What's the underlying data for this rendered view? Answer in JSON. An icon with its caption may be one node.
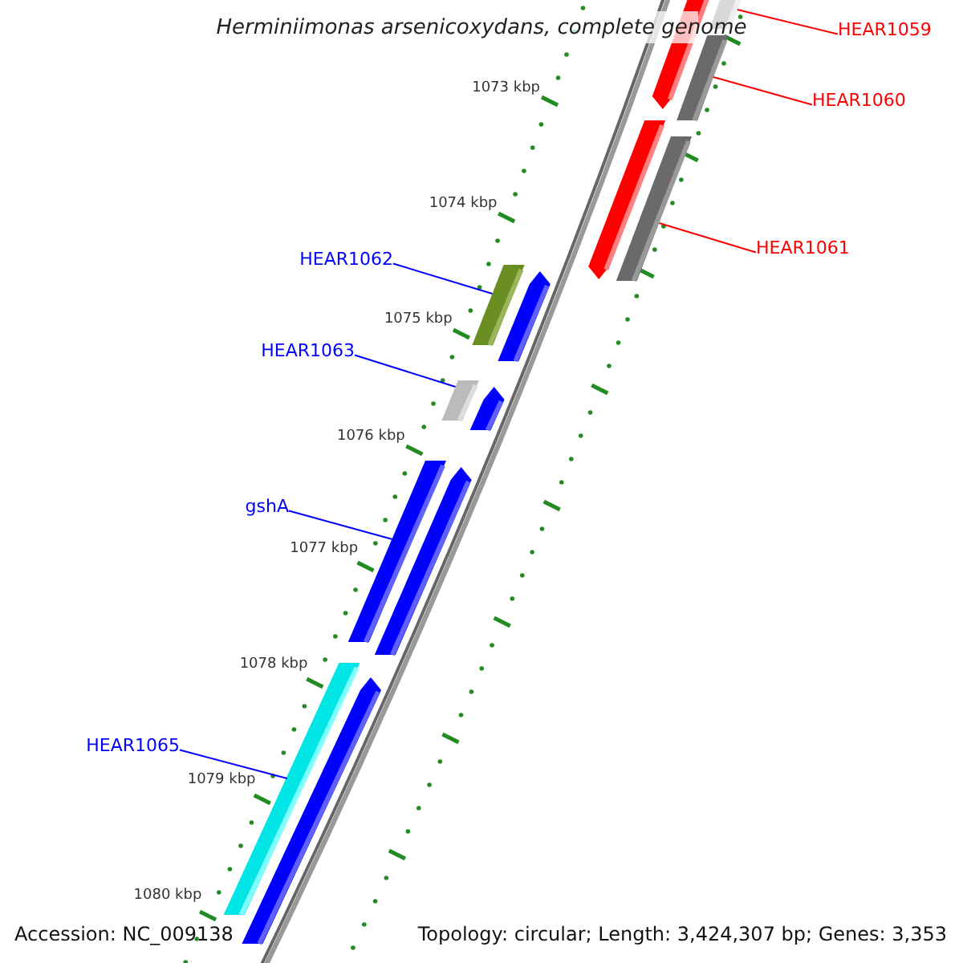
{
  "diagram": {
    "title": "Herminiimonas arsenicoxydans, complete genome",
    "nodes": [
      {
        "text": [
          "HEAR1059"
        ]
      },
      {
        "text": [],
        "shape": "bar"
      },
      {
        "text": [
          "HEAR1060"
        ]
      },
      {
        "text": [],
        "shape": "bar"
      },
      {
        "text": [
          "HEAR1061"
        ]
      },
      {
        "text": [],
        "shape": "bar"
      },
      {
        "text": [
          "HEAR1062"
        ]
      },
      {
        "text": [],
        "shape": "bar"
      },
      {
        "text": [
          "HEAR1063"
        ]
      },
      {
        "text": [],
        "shape": "bar"
      },
      {
        "text": [
          "gshA"
        ]
      },
      {
        "text": [],
        "shape": "bar"
      },
      {
        "text": [
          "HEAR1065"
        ]
      },
      {
        "text": [],
        "shape": "bar"
      }
    ],
    "edges": [
      {
        "from": 0,
        "to": 1,
        "arrow": "none",
        "color": "#ff0000"
      },
      {
        "from": 2,
        "to": 3,
        "arrow": "none",
        "color": "#ff0000"
      },
      {
        "from": 4,
        "to": 5,
        "arrow": "none",
        "color": "#ff0000"
      },
      {
        "from": 6,
        "to": 7,
        "arrow": "none"
      },
      {
        "from": 8,
        "to": 9,
        "arrow": "none"
      },
      {
        "from": 10,
        "to": 11,
        "arrow": "none"
      },
      {
        "from": 12,
        "to": 13,
        "arrow": "none"
      }
    ],
    "labels": [
      "1073 kbp",
      "1074 kbp",
      "1075 kbp",
      "1076 kbp",
      "1077 kbp",
      "1078 kbp",
      "1079 kbp",
      "1080 kbp",
      "Accession: NC_009138",
      "Topology: circular; Length: 3,424,307 bp; Genes: 3,353"
    ]
  }
}
